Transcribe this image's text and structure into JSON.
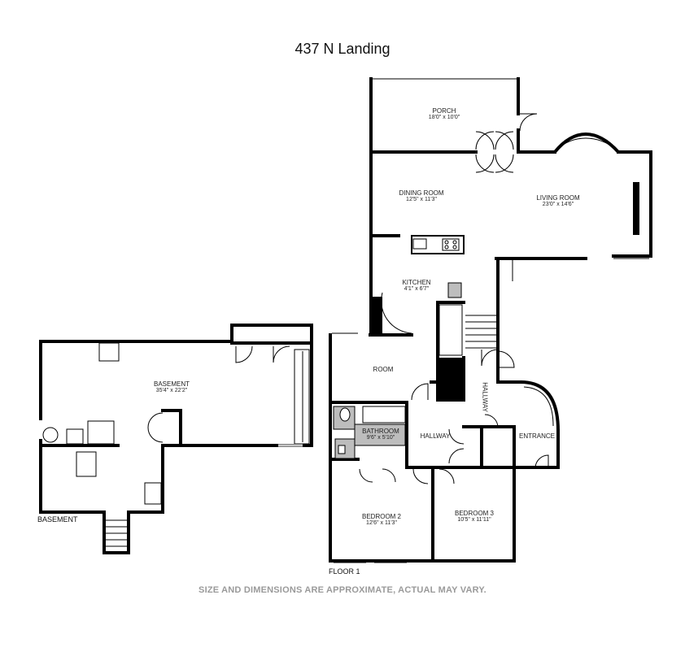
{
  "title": "437 N Landing",
  "disclaimer": "SIZE AND DIMENSIONS ARE APPROXIMATE, ACTUAL MAY VARY.",
  "floors": {
    "basement": {
      "label": "BASEMENT",
      "rooms": [
        {
          "name": "BASEMENT",
          "dim": "35'4\" x 22'2\""
        }
      ]
    },
    "floor1": {
      "label": "FLOOR 1",
      "rooms": [
        {
          "name": "PORCH",
          "dim": "18'0\" x 10'0\""
        },
        {
          "name": "DINING ROOM",
          "dim": "12'5\" x 11'3\""
        },
        {
          "name": "LIVING ROOM",
          "dim": "23'0\" x 14'6\""
        },
        {
          "name": "KITCHEN",
          "dim": "4'1\" x 6'7\""
        },
        {
          "name": "ROOM",
          "dim": ""
        },
        {
          "name": "BATHROOM",
          "dim": "9'6\" x 5'10\""
        },
        {
          "name": "HALLWAY",
          "dim": ""
        },
        {
          "name": "HALLWAY",
          "dim": ""
        },
        {
          "name": "ENTRANCE",
          "dim": ""
        },
        {
          "name": "BEDROOM 2",
          "dim": "12'6\" x 11'3\""
        },
        {
          "name": "BEDROOM 3",
          "dim": "10'5\" x 11'11\""
        }
      ]
    }
  },
  "colors": {
    "wall": "#000000",
    "fixture": "#bdbdbd",
    "text": "#222222",
    "disclaimer": "#9a9a9a"
  }
}
